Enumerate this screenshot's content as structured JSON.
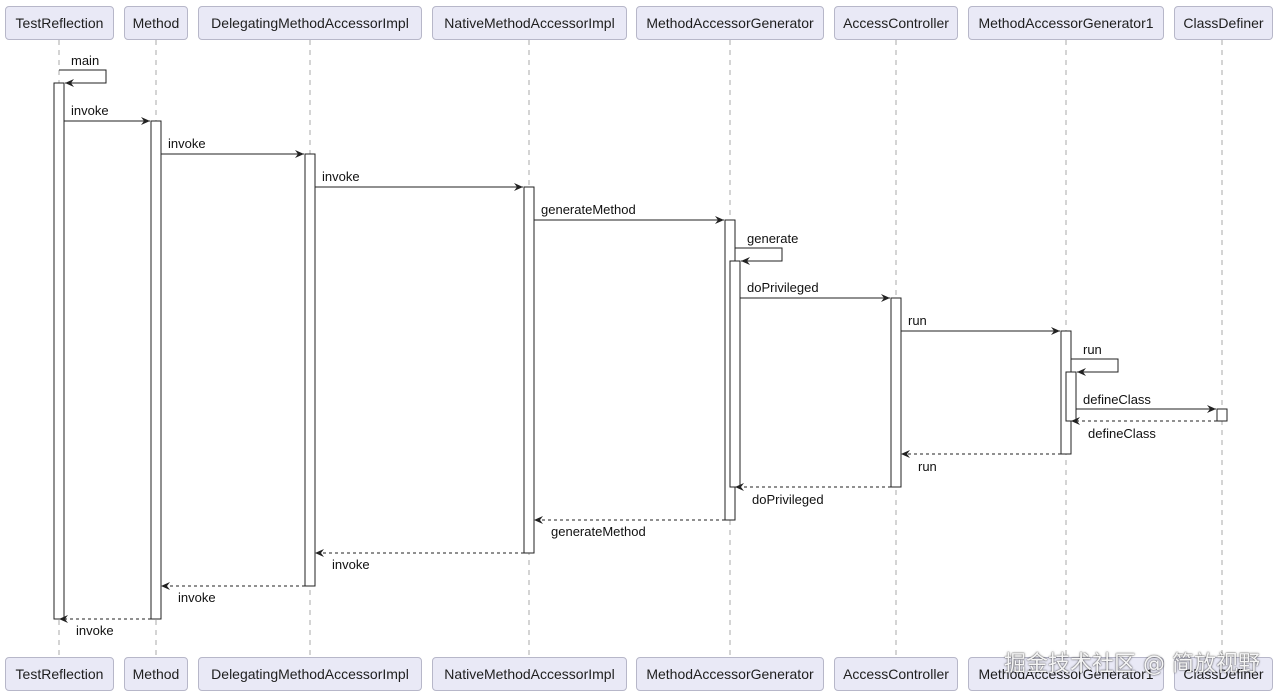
{
  "participants": [
    {
      "id": "testreflection",
      "name": "TestReflection"
    },
    {
      "id": "method",
      "name": "Method"
    },
    {
      "id": "delegating",
      "name": "DelegatingMethodAccessorImpl"
    },
    {
      "id": "native",
      "name": "NativeMethodAccessorImpl"
    },
    {
      "id": "generator",
      "name": "MethodAccessorGenerator"
    },
    {
      "id": "accesscontroller",
      "name": "AccessController"
    },
    {
      "id": "generator1",
      "name": "MethodAccessorGenerator1"
    },
    {
      "id": "classdefiner",
      "name": "ClassDefiner"
    }
  ],
  "messages": [
    {
      "label": "main",
      "from": "testreflection",
      "to": "testreflection",
      "kind": "self"
    },
    {
      "label": "invoke",
      "from": "testreflection",
      "to": "method",
      "kind": "call"
    },
    {
      "label": "invoke",
      "from": "method",
      "to": "delegating",
      "kind": "call"
    },
    {
      "label": "invoke",
      "from": "delegating",
      "to": "native",
      "kind": "call"
    },
    {
      "label": "generateMethod",
      "from": "native",
      "to": "generator",
      "kind": "call"
    },
    {
      "label": "generate",
      "from": "generator",
      "to": "generator",
      "kind": "self"
    },
    {
      "label": "doPrivileged",
      "from": "generator",
      "to": "accesscontroller",
      "kind": "call"
    },
    {
      "label": "run",
      "from": "accesscontroller",
      "to": "generator1",
      "kind": "call"
    },
    {
      "label": "run",
      "from": "generator1",
      "to": "generator1",
      "kind": "self"
    },
    {
      "label": "defineClass",
      "from": "generator1",
      "to": "classdefiner",
      "kind": "call"
    },
    {
      "label": "defineClass",
      "from": "classdefiner",
      "to": "generator1",
      "kind": "return"
    },
    {
      "label": "run",
      "from": "generator1",
      "to": "accesscontroller",
      "kind": "return"
    },
    {
      "label": "doPrivileged",
      "from": "accesscontroller",
      "to": "generator",
      "kind": "return"
    },
    {
      "label": "generateMethod",
      "from": "generator",
      "to": "native",
      "kind": "return"
    },
    {
      "label": "invoke",
      "from": "native",
      "to": "delegating",
      "kind": "return"
    },
    {
      "label": "invoke",
      "from": "delegating",
      "to": "method",
      "kind": "return"
    },
    {
      "label": "invoke",
      "from": "method",
      "to": "testreflection",
      "kind": "return"
    }
  ],
  "watermark": "掘金技术社区 @ 简放视野"
}
